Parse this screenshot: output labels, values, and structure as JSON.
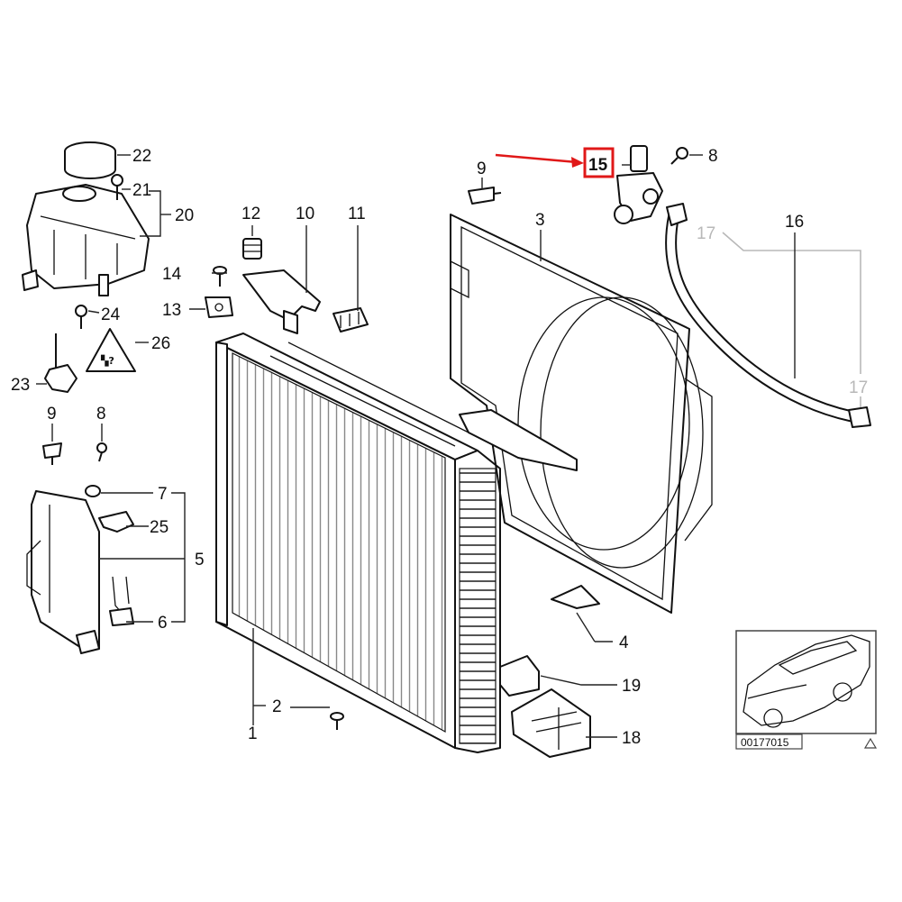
{
  "callouts": {
    "c1": "1",
    "c2": "2",
    "c3": "3",
    "c4": "4",
    "c5": "5",
    "c6": "6",
    "c7": "7",
    "c8a": "8",
    "c8b": "8",
    "c9a": "9",
    "c9b": "9",
    "c10": "10",
    "c11": "11",
    "c12": "12",
    "c13": "13",
    "c14": "14",
    "c15": "15",
    "c16": "16",
    "c17a": "17",
    "c17b": "17",
    "c18": "18",
    "c19": "19",
    "c20": "20",
    "c21": "21",
    "c22": "22",
    "c23": "23",
    "c24": "24",
    "c25": "25",
    "c26": "26"
  },
  "reference_number": "00177015",
  "colors": {
    "highlight": "#e01818",
    "line": "#111111",
    "faded_label": "#b8b8b8"
  }
}
